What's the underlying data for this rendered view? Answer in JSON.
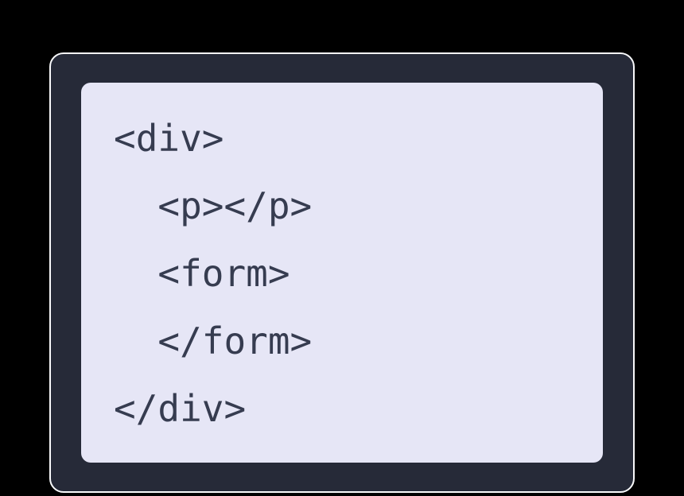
{
  "code": {
    "language": "html",
    "lines": [
      {
        "text": "<div>"
      },
      {
        "text": "  <p></p>"
      },
      {
        "text": "  <form>"
      },
      {
        "text": "  </form>"
      },
      {
        "text": "</div>"
      }
    ]
  },
  "colors": {
    "page_background": "#000000",
    "card_background": "#262a38",
    "card_border": "#f8f9fb",
    "panel_background": "#e6e6f6",
    "code_text": "#363c50"
  }
}
